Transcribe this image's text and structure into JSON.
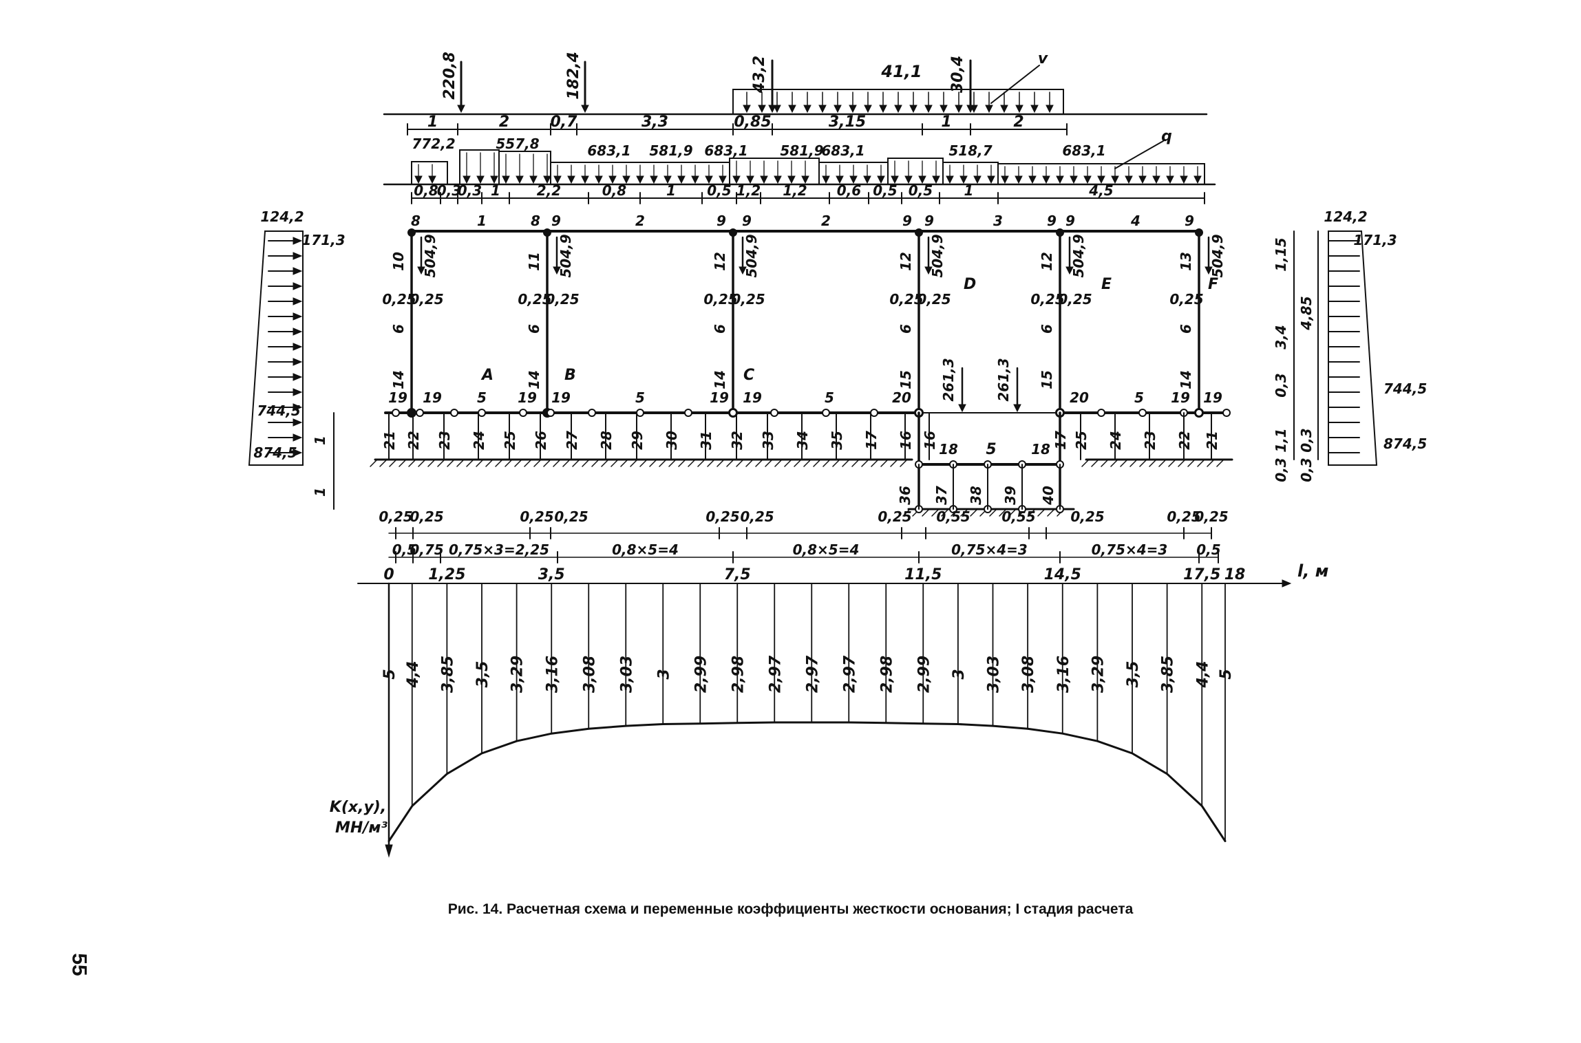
{
  "caption": "Рис. 14. Расчетная схема и переменные коэффициенты жесткости основания; I стадия расчета",
  "page_number": "55",
  "top_loads": {
    "point_loads": [
      "220,8",
      "182,4"
    ],
    "distributed_labels": [
      "43,2",
      "41,1",
      "30,4"
    ],
    "load_symbol": "v",
    "segments": [
      "1",
      "2",
      "0,7",
      "3,3",
      "0,85",
      "3,15",
      "1",
      "2"
    ]
  },
  "second_loads": {
    "values": [
      "772,2",
      "557,8",
      "683,1",
      "581,9",
      "683,1",
      "581,9",
      "683,1",
      "518,7",
      "683,1"
    ],
    "load_symbol": "q",
    "segments": [
      "0,8",
      "0,3",
      "0,3",
      "1",
      "2,2",
      "0,8",
      "1",
      "0,5",
      "1,2",
      "1,2",
      "0,6",
      "0,5",
      "0,5",
      "1",
      "4,5"
    ]
  },
  "frame": {
    "top_node_labels": [
      "8",
      "1",
      "8",
      "9",
      "2",
      "9",
      "9",
      "2",
      "9",
      "9",
      "3",
      "9",
      "9",
      "4",
      "9"
    ],
    "column_labels": [
      "10",
      "11",
      "12",
      "12",
      "12",
      "13"
    ],
    "column_load": "504,9",
    "offset": "0,25",
    "column_length": "6",
    "lower_column_labels": [
      "14",
      "14",
      "14",
      "15",
      "15",
      "14"
    ],
    "point_letters": [
      "A",
      "B",
      "C",
      "D",
      "E",
      "F"
    ],
    "point_loads": [
      "261,3",
      "261,3"
    ],
    "beam_node_labels": [
      "19",
      "19",
      "5",
      "19",
      "19",
      "5",
      "19",
      "19",
      "5",
      "20",
      "20",
      "5",
      "19",
      "19"
    ],
    "beam_element_labels": [
      "21",
      "22",
      "23",
      "24",
      "25",
      "26",
      "27",
      "28",
      "29",
      "30",
      "31",
      "32",
      "33",
      "34",
      "35",
      "17",
      "16",
      "16",
      "17",
      "25",
      "24",
      "23",
      "22",
      "21"
    ],
    "lower_box": {
      "labels": [
        "18",
        "5",
        "18",
        "36",
        "37",
        "38",
        "39",
        "40"
      ]
    },
    "right_dimensions": [
      "1,15",
      "3,4",
      "4,85",
      "0,3",
      "1,1",
      "0,3",
      "0,3",
      "0,3"
    ],
    "left_dimensions": [
      "1",
      "1"
    ]
  },
  "pressure_left": {
    "top": "124,2",
    "top2": "171,3",
    "mid": "744,5",
    "bottom": "874,5"
  },
  "pressure_right": {
    "top": "124,2",
    "top2": "171,3",
    "mid": "744,5",
    "bottom": "874,5"
  },
  "spacing": {
    "offsets": [
      "0,25",
      "0,25",
      "0,25",
      "0,25",
      "0,25",
      "0,25",
      "0,25",
      "0,55",
      "0,55",
      "0,25",
      "0,25",
      "0,25"
    ],
    "segments": [
      "0,5",
      "0,75",
      "0,75×3=2,25",
      "0,8×5=4",
      "0,8×5=4",
      "0,75×4=3",
      "0,75×4=3",
      "0,5"
    ]
  },
  "chart_data": {
    "type": "area",
    "x_axis_label": "l, м",
    "y_axis_label": "K(x,y), МН/м³",
    "x_ticks": [
      "0",
      "1,25",
      "3,5",
      "7,5",
      "11,5",
      "14,5",
      "17,5",
      "18"
    ],
    "x": [
      0,
      0.5,
      1.25,
      2,
      2.75,
      3.5,
      4.3,
      5.1,
      5.9,
      6.7,
      7.5,
      8.3,
      9.1,
      9.9,
      10.7,
      11.5,
      12.25,
      13,
      13.75,
      14.5,
      15.25,
      16,
      16.75,
      17.5,
      18
    ],
    "values": [
      5,
      4.4,
      3.85,
      3.5,
      3.29,
      3.16,
      3.08,
      3.03,
      3,
      2.99,
      2.98,
      2.97,
      2.97,
      2.97,
      2.98,
      2.99,
      3,
      3.03,
      3.08,
      3.16,
      3.29,
      3.5,
      3.85,
      4.4,
      5
    ],
    "value_labels": [
      "5",
      "4,4",
      "3,85",
      "3,5",
      "3,29",
      "3,16",
      "3,08",
      "3,03",
      "3",
      "2,99",
      "2,98",
      "2,97",
      "2,97",
      "2,97",
      "2,98",
      "2,99",
      "3",
      "3,03",
      "3,08",
      "3,16",
      "3,29",
      "3,5",
      "3,85",
      "4,4",
      "5"
    ]
  }
}
